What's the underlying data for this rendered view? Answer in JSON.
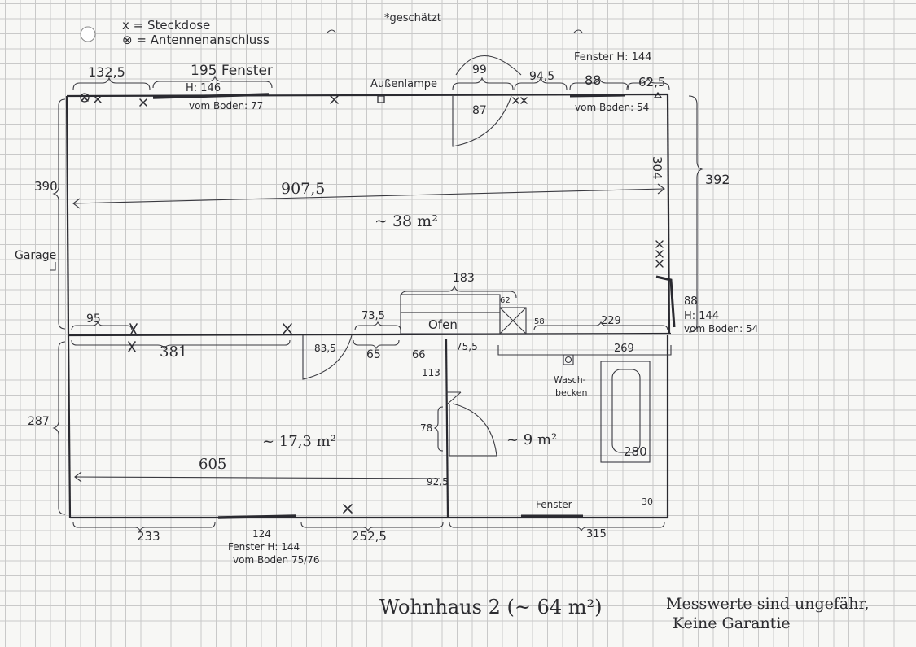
{
  "legend": {
    "outlet": "x = Steckdose",
    "antenna": "⊗ = Antennenanschluss",
    "estimated": "*geschätzt"
  },
  "top_wall": {
    "seg_1": "132,5",
    "window_width": "195 Fenster",
    "window_height": "H: 146",
    "window_floor": "vom Boden: 77",
    "outdoor_lamp": "Außenlampe",
    "door_outer": "99",
    "door_inner": "87",
    "seg_945": "94,5",
    "window2_label": "Fenster H: 144",
    "window2_width": "88",
    "window2_floor": "vom Boden: 54",
    "seg_625": "62,5"
  },
  "living_room": {
    "height_left": "390",
    "width": "907,5",
    "area": "~ 38 m²",
    "height_right_inner": "304",
    "height_right_outer": "392",
    "garage": "Garage"
  },
  "middle": {
    "d95": "95",
    "d381": "381",
    "d835": "83,5",
    "d735": "73,5",
    "d65": "65",
    "d66": "66",
    "d755": "75,5",
    "oven_width": "183",
    "oven": "Ofen",
    "d62": "62",
    "d58": "58",
    "d229": "229",
    "d269": "269",
    "right_window_width": "88",
    "right_window_height": "H: 144",
    "right_window_floor": "vom Boden: 54"
  },
  "lower": {
    "height_left": "287",
    "room_area": "~ 17,3 m²",
    "width": "605",
    "d113": "113",
    "d78": "78",
    "d925": "92,5",
    "bath_area": "~ 9 m²",
    "sink": "Wasch-\nbecken",
    "d280": "280",
    "d233": "233",
    "window_width": "124",
    "window_label": "Fenster H: 144",
    "window_floor": "vom Boden 75/76",
    "d2525": "252,5",
    "d315": "315",
    "d30": "30",
    "small_window": "Fenster"
  },
  "footer": {
    "title": "Wohnhaus 2 (~ 64 m²)",
    "note_line1": "Messwerte sind ungefähr,",
    "note_line2": "Keine Garantie"
  }
}
